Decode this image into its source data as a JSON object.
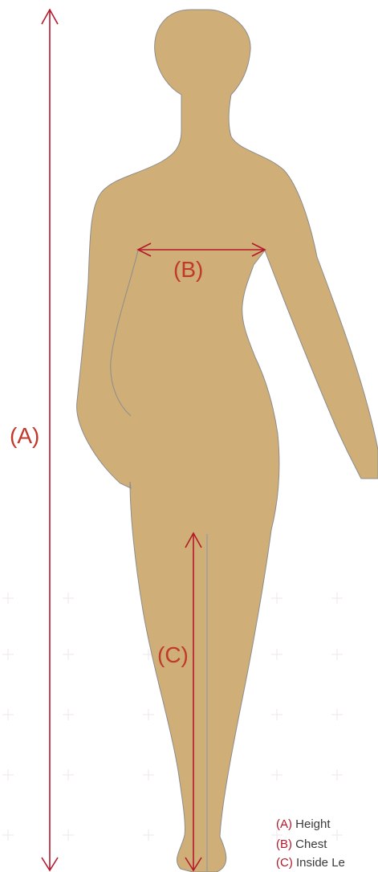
{
  "colors": {
    "figure_fill": "#cfae77",
    "figure_stroke": "#8d8d8d",
    "measure_line": "#b5182b",
    "label_text": "#c0392b",
    "grid_mark": "#efe7e7"
  },
  "icons": {
    "figure": "human-silhouette-icon"
  },
  "labels": {
    "height_marker": "(A)",
    "chest_marker": "(B)",
    "leg_marker": "(C)"
  },
  "legend": [
    {
      "key": "(A)",
      "text": "Height"
    },
    {
      "key": "(B)",
      "text": "Chest"
    },
    {
      "key": "(C)",
      "text": "Inside Le"
    }
  ]
}
